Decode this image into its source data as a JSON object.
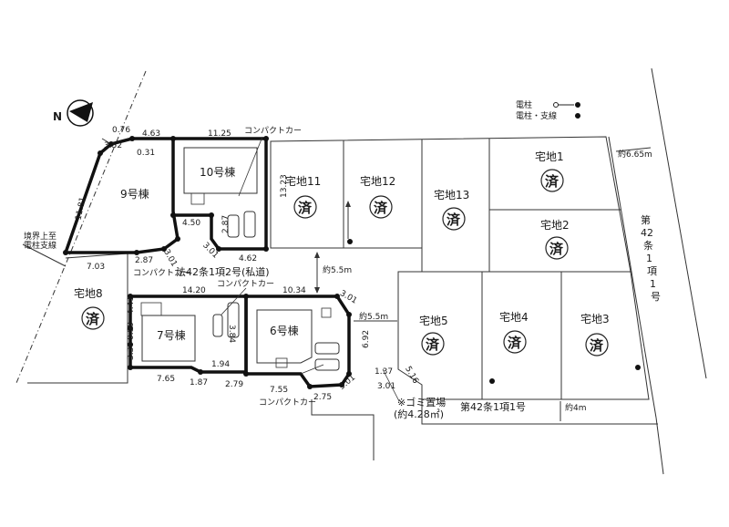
{
  "legend": {
    "pole": "電柱",
    "pole_stay": "電柱・支線"
  },
  "compass": {
    "label": "N"
  },
  "lots": {
    "lot1": "宅地1",
    "lot2": "宅地2",
    "lot3": "宅地3",
    "lot4": "宅地4",
    "lot5": "宅地5",
    "lot8": "宅地8",
    "lot11": "宅地11",
    "lot12": "宅地12",
    "lot13": "宅地13"
  },
  "sold_mark": "済",
  "buildings": {
    "b6": "6号棟",
    "b7": "7号棟",
    "b9": "9号棟",
    "b10": "10号棟"
  },
  "compact_car": "コンパクトカー",
  "roads": {
    "private_road": "法42条1項2号(私道)",
    "road_bottom": "第42条1項1号",
    "road_right_chars": [
      "第",
      "42",
      "条",
      "1",
      "項",
      "1",
      "号"
    ],
    "width_6_65": "約6.65m",
    "width_5_5_a": "約5.5m",
    "width_5_5_b": "約5.5m",
    "width_4": "約4m"
  },
  "garbage": {
    "line1": "※ゴミ置場",
    "line2": "(約4.28㎡)"
  },
  "boundary_note": {
    "line1": "境界上至",
    "line2": "電柱支線"
  },
  "dims": {
    "d0_76": "0.76",
    "d4_63": "4.63",
    "d11_25": "11.25",
    "d3_52": "3.52",
    "d0_31": "0.31",
    "d11_81": "11.81",
    "d13_23": "13.23",
    "d4_50": "4.50",
    "d2_87a": "2.87",
    "d3_01a": "3.01",
    "d4_62": "4.62",
    "d7_03": "7.03",
    "d2_87b": "2.87",
    "d3_01b": "3.01",
    "d14_20": "14.20",
    "d10_34": "10.34",
    "d3_01c": "3.01",
    "d4_41": "4.41",
    "d0_99": "0.99",
    "d3_36": "3.36",
    "d7_65": "7.65",
    "d1_94": "1.94",
    "d1_87": "1.87",
    "d2_79": "2.79",
    "d3_84": "3.84",
    "d7_55": "7.55",
    "d2_75": "2.75",
    "d3_01d": "3.01",
    "d6_92": "6.92",
    "d1_37": "1.37",
    "d5_16": "5.16",
    "d3_01e": "3.01"
  }
}
